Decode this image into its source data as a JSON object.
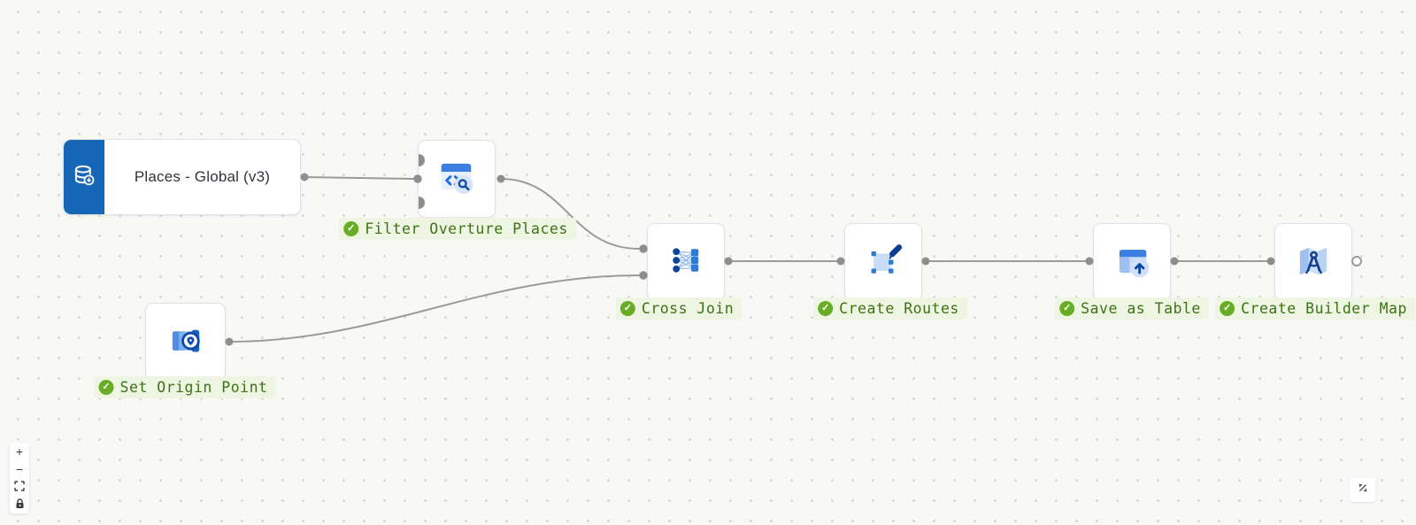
{
  "nodes": {
    "places": {
      "title": "Places - Global (v3)",
      "icon": "database-import-icon",
      "type": "source"
    },
    "filter": {
      "label": "Filter Overture Places",
      "status": "success",
      "icon": "code-search-icon"
    },
    "origin": {
      "label": "Set Origin Point",
      "status": "success",
      "icon": "map-location-pin-icon"
    },
    "cross_join": {
      "label": "Cross Join",
      "status": "success",
      "icon": "cross-join-icon"
    },
    "routes": {
      "label": "Create Routes",
      "status": "success",
      "icon": "edit-geometry-icon"
    },
    "save_table": {
      "label": "Save as Table",
      "status": "success",
      "icon": "table-upload-icon"
    },
    "builder_map": {
      "label": "Create Builder Map",
      "status": "success",
      "icon": "map-compass-icon"
    }
  },
  "edges": [
    {
      "from": "places",
      "to": "filter"
    },
    {
      "from": "filter",
      "to": "cross_join"
    },
    {
      "from": "origin",
      "to": "cross_join"
    },
    {
      "from": "cross_join",
      "to": "routes"
    },
    {
      "from": "routes",
      "to": "save_table"
    },
    {
      "from": "save_table",
      "to": "builder_map"
    }
  ],
  "controls": {
    "zoom_in": "+",
    "zoom_out": "−",
    "fit_view": "fit-view-icon",
    "lock": "lock-icon"
  },
  "colors": {
    "accent_blue": "#1667b7",
    "icon_blue": "#3b7fe0",
    "icon_dark_blue": "#0d47a1",
    "icon_light_blue": "#cfe0f8",
    "success_badge_green": "#69ad27",
    "label_text_green": "#3c7315",
    "label_bg_green": "#eef5e2",
    "edge_gray": "#9b9b99",
    "canvas_bg": "#f8f8f6"
  }
}
